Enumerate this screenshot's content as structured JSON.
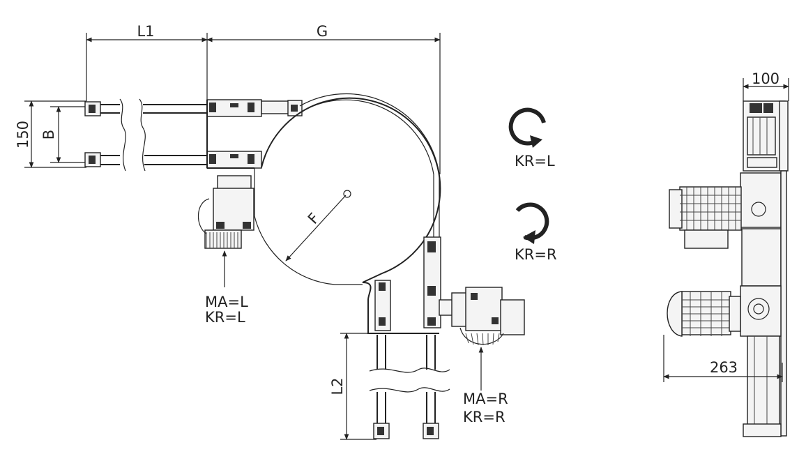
{
  "dimensions": {
    "l1": "L1",
    "g": "G",
    "b": "B",
    "h150": "150",
    "f": "F",
    "l2": "L2",
    "w100": "100",
    "w263": "263"
  },
  "motor_left": {
    "line1": "MA=L",
    "line2": "KR=L"
  },
  "motor_right": {
    "line1": "MA=R",
    "line2": "KR=R"
  },
  "rotation_left": {
    "label": "KR=L",
    "icon": "rotation-ccw-icon"
  },
  "rotation_right": {
    "label": "KR=R",
    "icon": "rotation-cw-icon"
  },
  "colors": {
    "line": "#222222",
    "background": "#ffffff"
  }
}
